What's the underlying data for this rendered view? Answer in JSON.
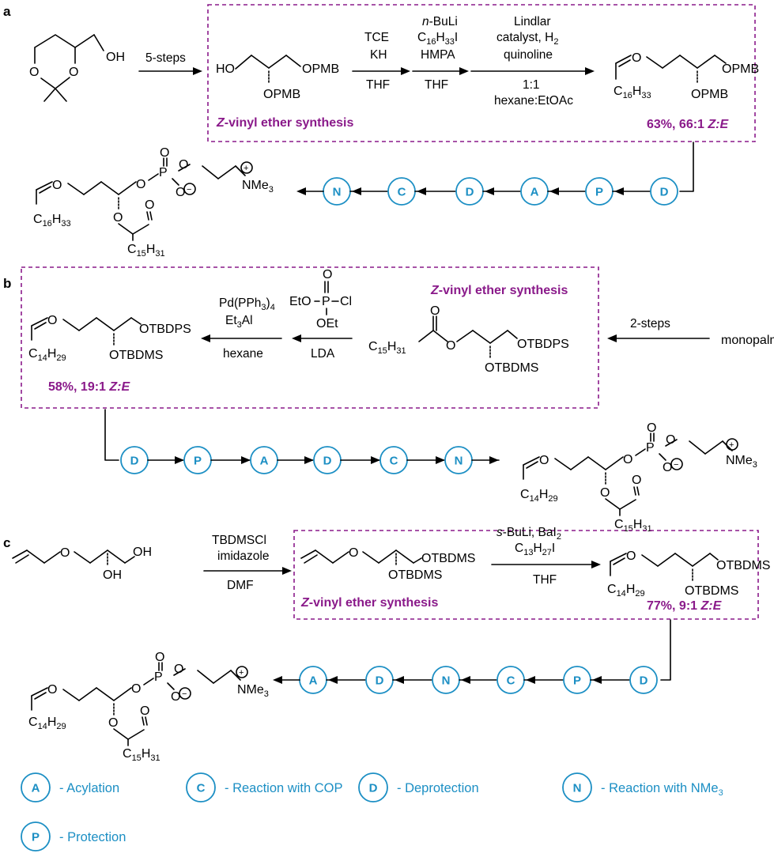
{
  "panels": {
    "a": "a",
    "b": "b",
    "c": "c"
  },
  "colors": {
    "accent": "#1c8fc4",
    "highlight": "#8a1a8a",
    "ink": "#000000"
  },
  "atoms": {
    "OH": "OH",
    "HO": "HO",
    "O": "O",
    "OPMB": "OPMB",
    "OTBDPS": "OTBDPS",
    "OTBDMS": "OTBDMS",
    "P": "P",
    "NMe": "NMe",
    "three": "3",
    "C": "C",
    "H": "H",
    "n16": "16",
    "n33": "33",
    "n14": "14",
    "n29": "29",
    "n15": "15",
    "n31": "31",
    "minus": "−",
    "plus": "+"
  },
  "section_a": {
    "step1": "5-steps",
    "cond1_top1": "TCE",
    "cond1_top2": "KH",
    "cond1_bottom": "THF",
    "cond2_top1": "-BuLi",
    "cond2_top1_prefix": "n",
    "cond2_top2": "C",
    "cond2_top2_sub1": "16",
    "cond2_top2_mid": "H",
    "cond2_top2_sub2": "33",
    "cond2_top2_end": "I",
    "cond2_top3": "HMPA",
    "cond2_bottom": "THF",
    "cond3_top1": "Lindlar",
    "cond3_top2": "catalyst, H",
    "cond3_top2_sub": "2",
    "cond3_top3": "quinoline",
    "cond3_bottom1": "1:1",
    "cond3_bottom2": "hexane:EtOAc",
    "box_title_italic": "Z",
    "box_title": "-vinyl ether synthesis",
    "yield": "63%, 66:1 ",
    "yield_italic": "Z:E",
    "sequence": [
      "N",
      "C",
      "D",
      "A",
      "P",
      "D"
    ]
  },
  "section_b": {
    "cond1_top1": "Pd(PPh",
    "cond1_top1_sub": "3",
    "cond1_top1_end": ")",
    "cond1_top1_sub2": "4",
    "cond1_top2": "Et",
    "cond1_top2_sub": "3",
    "cond1_top2_end": "Al",
    "cond1_bottom": "hexane",
    "reagent_EtO": "EtO",
    "reagent_Cl": "Cl",
    "reagent_OEt": "OEt",
    "cond2_bottom": "LDA",
    "step_right": "2-steps",
    "start": "monopalmitin",
    "box_title_italic": "Z",
    "box_title": "-vinyl ether synthesis",
    "yield": "58%, 19:1 ",
    "yield_italic": "Z:E",
    "sequence": [
      "D",
      "P",
      "A",
      "D",
      "C",
      "N"
    ]
  },
  "section_c": {
    "cond1_top1": "TBDMSCl",
    "cond1_top2": "imidazole",
    "cond1_bottom": "DMF",
    "cond2_top1_prefix": "s",
    "cond2_top1": "-BuLi, BaI",
    "cond2_top1_sub": "2",
    "cond2_top2": "C",
    "cond2_top2_sub1": "13",
    "cond2_top2_mid": "H",
    "cond2_top2_sub2": "27",
    "cond2_top2_end": "I",
    "cond2_bottom": "THF",
    "box_title_italic": "Z",
    "box_title": "-vinyl ether synthesis",
    "yield": "77%, 9:1 ",
    "yield_italic": "Z:E",
    "sequence": [
      "A",
      "D",
      "N",
      "C",
      "P",
      "D"
    ]
  },
  "legend": [
    {
      "letter": "A",
      "text": "- Acylation"
    },
    {
      "letter": "C",
      "text": "- Reaction with COP"
    },
    {
      "letter": "D",
      "text": "- Deprotection"
    },
    {
      "letter": "N",
      "text": "- Reaction with NMe",
      "sub": "3"
    },
    {
      "letter": "P",
      "text": "- Protection"
    }
  ]
}
